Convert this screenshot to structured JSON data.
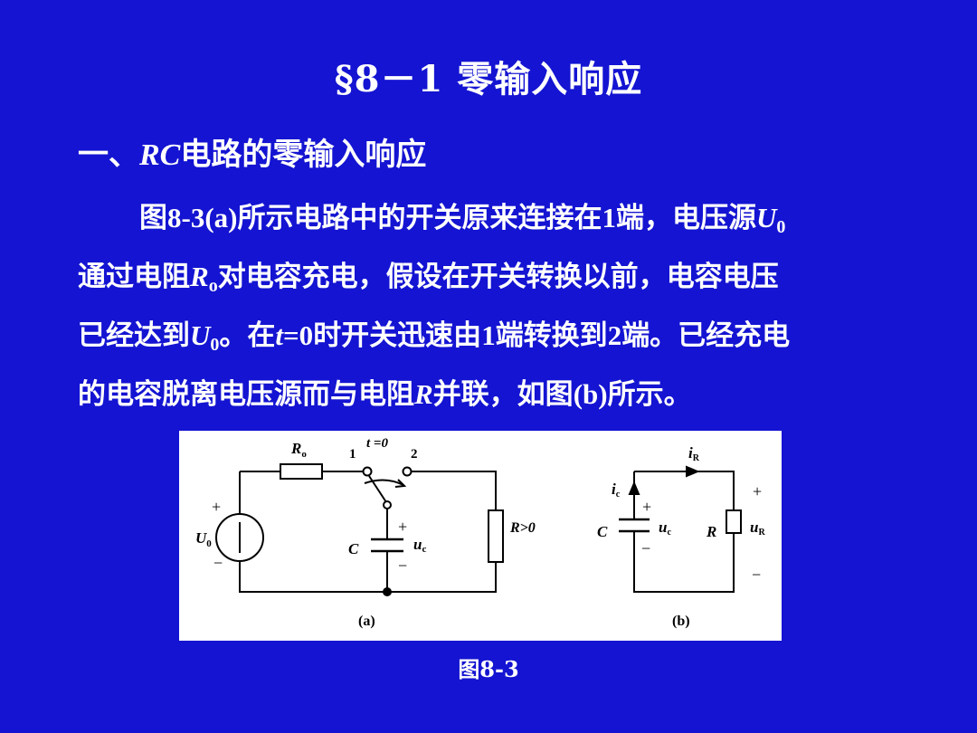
{
  "title": "§8－1  零输入响应",
  "section": {
    "prefix": "一、",
    "italic": "RC",
    "rest": "电路的零输入响应"
  },
  "paragraph": {
    "line1": {
      "a": "图",
      "b": "8-3(a)",
      "c": "所示电路中的开关原来连接在",
      "d": "1",
      "e": "端，电压源",
      "var": "U",
      "sub": "0"
    },
    "line2": {
      "a": "通过电阻",
      "var": "R",
      "sub": "o",
      "b": "对电容充电，假设在开关转换以前，电容电压"
    },
    "line3": {
      "a": "已经达到",
      "var": "U",
      "sub": "0",
      "b": "。在",
      "var2": "t",
      "c": "=0",
      "d": "时开关迅速由",
      "e": "1",
      "f": "端转换到",
      "g": "2",
      "h": "端。已经充电"
    },
    "line4": {
      "a": "的电容脱离电压源而与电阻",
      "var": "R",
      "b": "并联，如图",
      "c": "(b)",
      "d": "所示。"
    }
  },
  "figure": {
    "a": {
      "R0_label": "R",
      "R0_sub": "o",
      "switch_label": "t =0",
      "pos1": "1",
      "pos2": "2",
      "source_label": "U",
      "source_sub": "0",
      "plus": "+",
      "minus": "−",
      "cap_label": "C",
      "uc_label": "u",
      "uc_sub": "c",
      "R_label": "R>0",
      "panel_label": "(a)"
    },
    "b": {
      "iR_label": "i",
      "iR_sub": "R",
      "ic_label": "i",
      "ic_sub": "c",
      "cap_label": "C",
      "uc_label": "u",
      "uc_sub": "c",
      "R_label": "R",
      "uR_label": "u",
      "uR_sub": "R",
      "plus": "+",
      "minus": "−",
      "panel_label": "(b)"
    }
  },
  "caption": "图8-3",
  "colors": {
    "background": "#1414d2",
    "text": "#ffffff",
    "figure_bg": "#ffffff",
    "figure_ink": "#000000"
  }
}
